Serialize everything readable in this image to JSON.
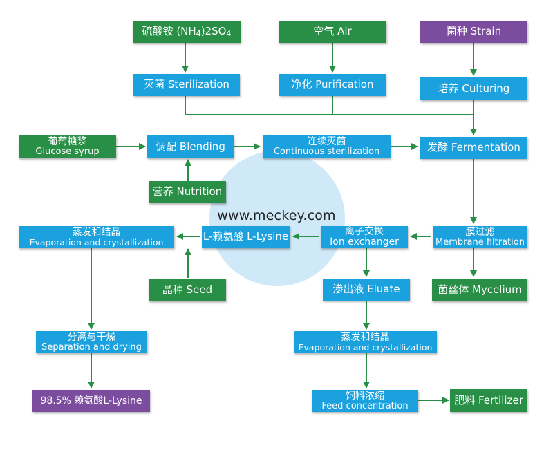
{
  "colors": {
    "blue": "#1ba1de",
    "green": "#2a8f46",
    "purple": "#7c4d9e",
    "arrow": "#2a8f46",
    "circle": "#cfe9f9"
  },
  "watermark": "www.meckey.com",
  "nodes": {
    "ammonium_sulfate": {
      "prefix": "硫酸铵 (NH",
      "sub1": "4",
      "mid": ")2SO",
      "sub2": "4"
    },
    "air": "空气 Air",
    "strain": "菌种 Strain",
    "sterilization": "灭菌  Sterilization",
    "purification": "净化 Purification",
    "culturing": "培养 Culturing",
    "glucose_syrup": {
      "zh": "葡萄糖浆",
      "en": "Glucose syrup"
    },
    "blending": "调配 Blending",
    "continuous_sterilization": {
      "zh": "连续灭菌",
      "en": "Continuous sterilization"
    },
    "fermentation": "发酵 Fermentation",
    "nutrition": "营养 Nutrition",
    "evaporation_left": {
      "zh": "蒸发和结晶",
      "en": "Evaporation and crystallization"
    },
    "l_lysine": "L-赖氨酸 L-Lysine",
    "ion_exchanger": {
      "zh": "离子交换",
      "en": "Ion exchanger"
    },
    "membrane_filtration": {
      "zh": "膜过滤",
      "en": "Membrane filtration"
    },
    "seed": "晶种 Seed",
    "eluate": "渗出液 Eluate",
    "mycelium": "菌丝体 Mycelium",
    "separation_drying": {
      "zh": "分离与干燥",
      "en": "Separation and drying"
    },
    "evaporation_right": {
      "zh": "蒸发和结晶",
      "en": "Evaporation and crystallization"
    },
    "product": "98.5% 赖氨酸L-Lysine",
    "feed_concentration": {
      "zh": "饲料浓缩",
      "en": "Feed concentration"
    },
    "fertilizer": "肥料 Fertilizer"
  }
}
